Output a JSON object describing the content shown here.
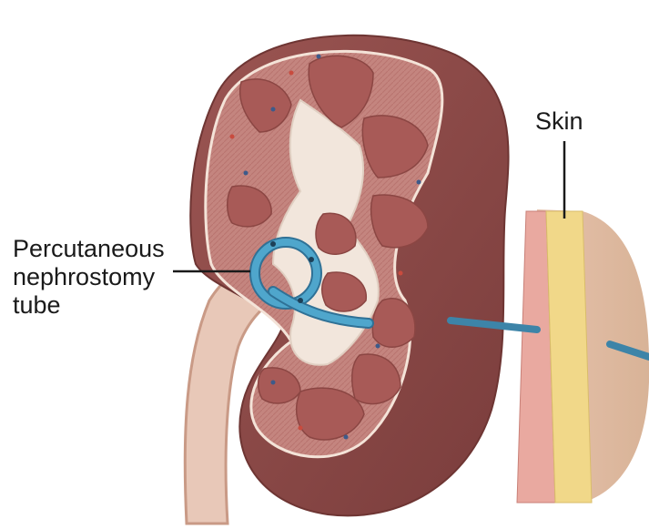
{
  "labels": {
    "skin": "Skin",
    "tube_line1": "Percutaneous",
    "tube_line2": "nephrostomy",
    "tube_line3": "tube"
  },
  "colors": {
    "kidney_outer": "#8a4a48",
    "kidney_cortex": "#c0817d",
    "medulla": "#a65856",
    "pelvis": "#f2e6dc",
    "ureter": "#e6c4b3",
    "tube": "#4a9fc4",
    "skin_fat": "#f1d889",
    "skin_dermis": "#e9b4a4",
    "leader_line": "#1a1a1a"
  },
  "icons": [
    "kidney-illustration",
    "nephrostomy-tube",
    "skin-cross-section"
  ]
}
